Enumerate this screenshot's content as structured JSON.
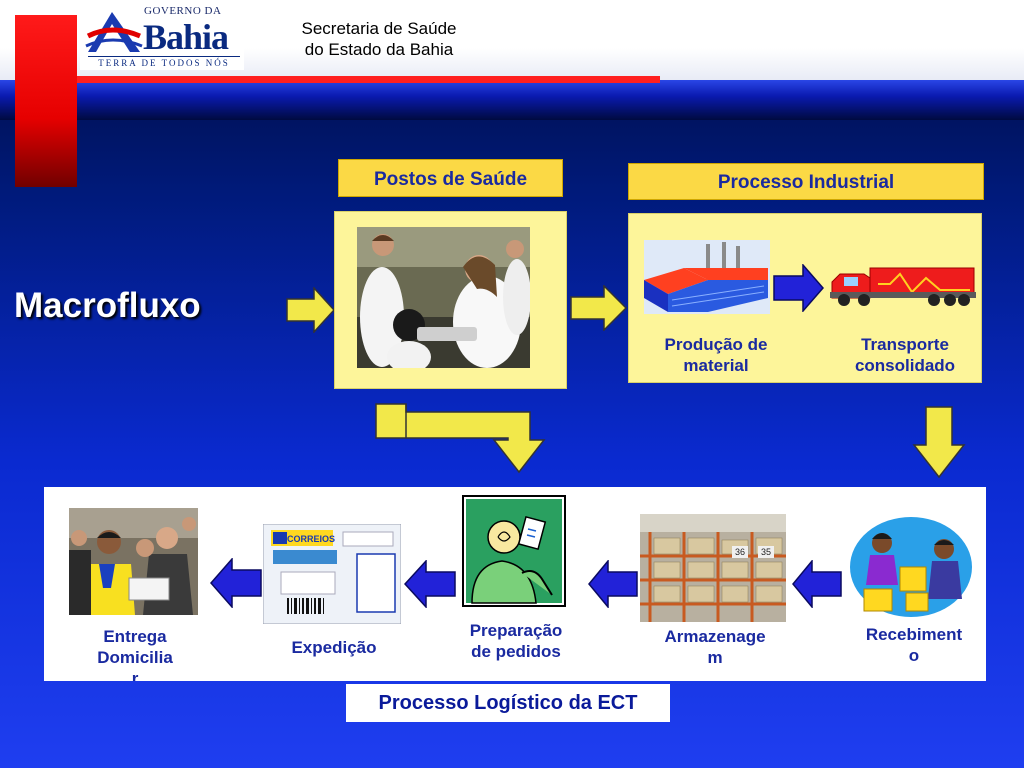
{
  "header": {
    "logo_top": "GOVERNO DA",
    "logo_main": "Bahia",
    "logo_bottom": "TERRA DE TODOS NÓS",
    "secretaria_line1": "Secretaria de Saúde",
    "secretaria_line2": "do Estado da Bahia"
  },
  "title": "Macrofluxo",
  "postos": {
    "label": "Postos de Saúde"
  },
  "industrial": {
    "label": "Processo Industrial",
    "producao_line1": "Produção de",
    "producao_line2": "material",
    "transporte_line1": "Transporte",
    "transporte_line2": "consolidado"
  },
  "logistica": {
    "label": "Processo Logístico da ECT",
    "steps": [
      {
        "line1": "Recebiment",
        "line2": "o"
      },
      {
        "line1": "Armazenage",
        "line2": "m"
      },
      {
        "line1": "Preparação",
        "line2": "de pedidos"
      },
      {
        "line1": "Expedição"
      },
      {
        "line1": "Entrega",
        "line2": "Domicilia",
        "line3": "r"
      }
    ]
  },
  "images": {
    "correios_text": "CORREIOS",
    "shelf_left": "36",
    "shelf_right": "35"
  },
  "colors": {
    "label_fill": "#fbd945",
    "panel_fill": "#fdf59a",
    "arrow_yellow": "#f2e84a",
    "arrow_blue": "#3a3ae0",
    "text_blue": "#1a2aa0",
    "accent_red": "#ff2020"
  }
}
